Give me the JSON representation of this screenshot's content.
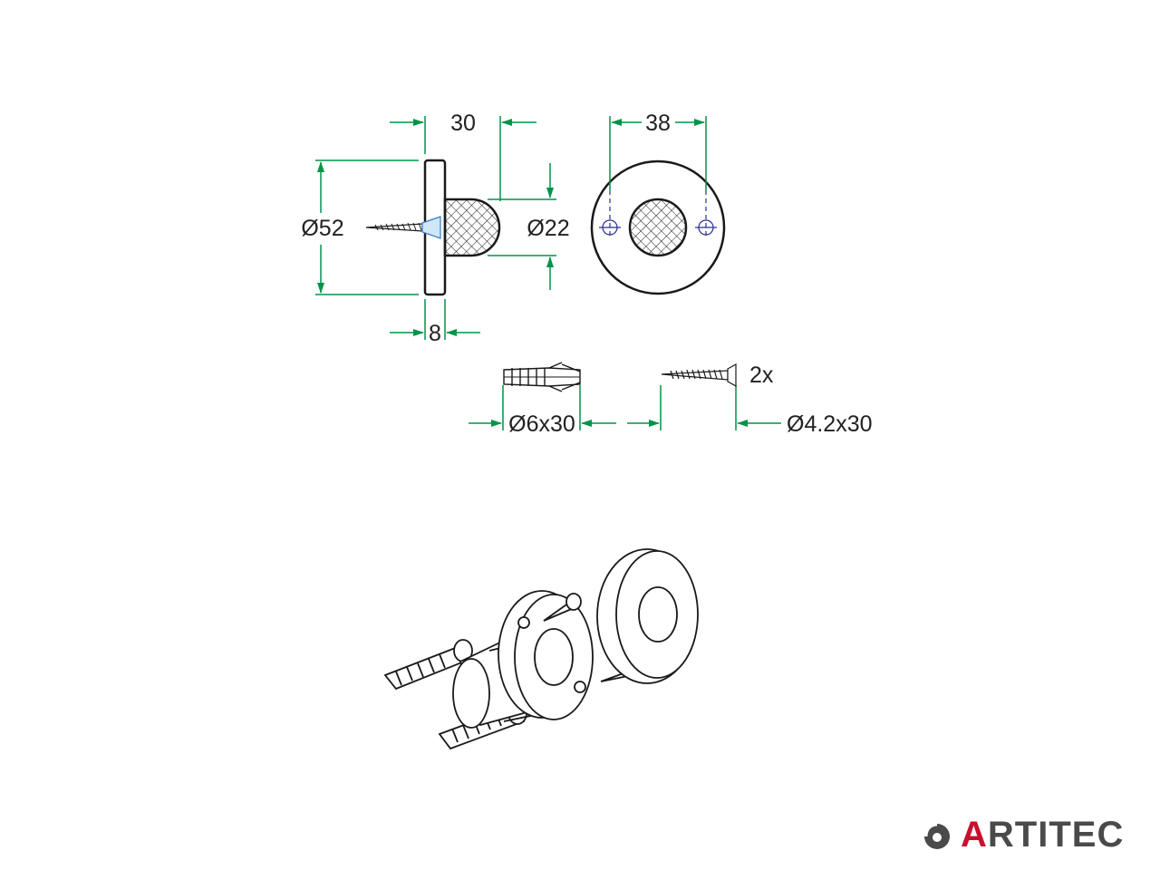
{
  "dimensions": {
    "projection": "30",
    "diameter_rose": "38",
    "diameter_base": "Ø52",
    "diameter_bumper": "Ø22",
    "thickness": "8"
  },
  "hardware": {
    "plug_label": "Ø6x30",
    "screw_label": "Ø4.2x30",
    "quantity_label": "2x"
  },
  "brand": {
    "name_first_letter": "A",
    "name_rest": "RTITEC",
    "accent_color": "#c8102e",
    "text_color": "#4a4a4a"
  },
  "colors": {
    "dimension_lines": "#00934a",
    "hidden_lines": "#2b2f8f",
    "outline": "#1a1a1a"
  }
}
